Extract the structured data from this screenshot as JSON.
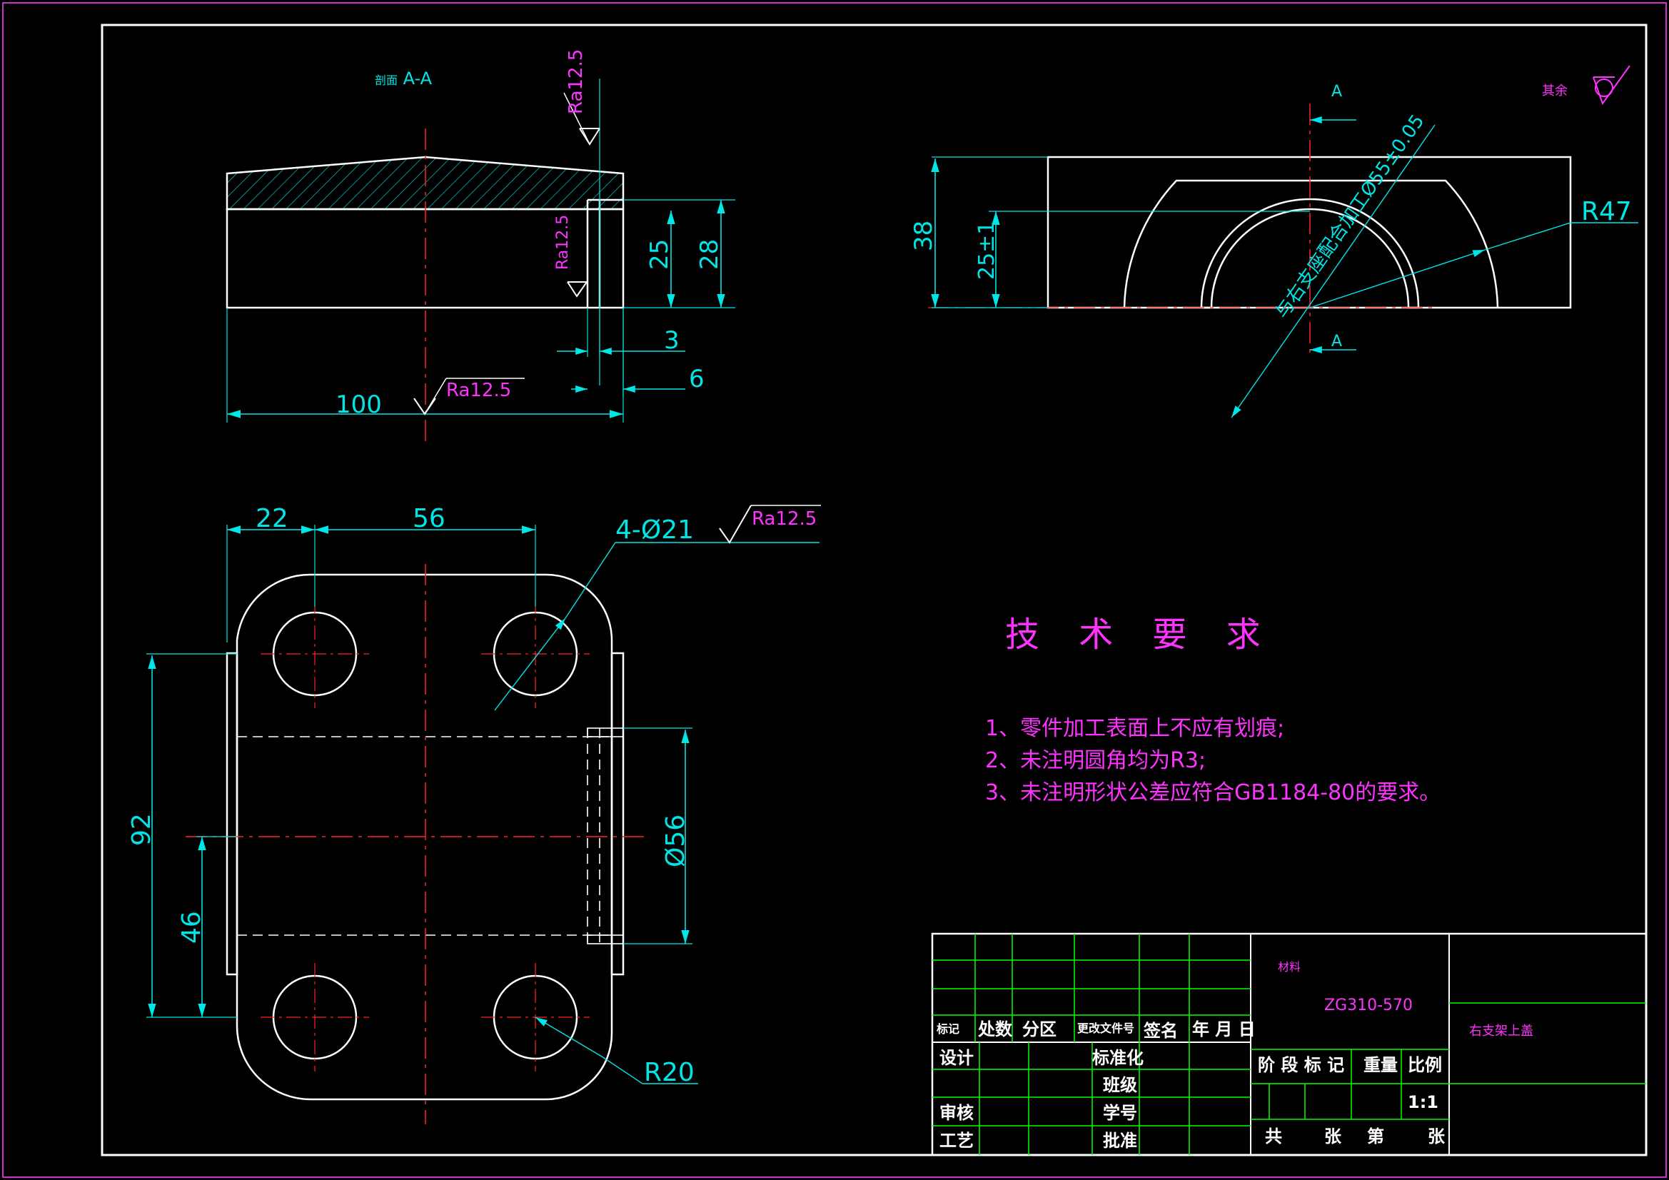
{
  "section": {
    "label": "A-A",
    "label_prefix": "剖面"
  },
  "dims": {
    "d100": "100",
    "d25": "25",
    "d28": "28",
    "d3": "3",
    "d6": "6",
    "d38": "38",
    "d25tol": "25±1",
    "r47": "R47",
    "d22": "22",
    "d56": "56",
    "holes": "4-Ø21",
    "d92": "92",
    "d46": "46",
    "dia56": "Ø56",
    "r20": "R20",
    "bore_note": "与右支座配合加工Ø55±0.05"
  },
  "roughness": {
    "ra": "Ra12.5",
    "other": "其余"
  },
  "view_marks": {
    "a_top": "A",
    "a_bottom": "A"
  },
  "tech": {
    "title": "技 术 要 求",
    "items": [
      "1、零件加工表面上不应有划痕;",
      "2、未注明圆角均为R3;",
      "3、未注明形状公差应符合GB1184-80的要求。"
    ]
  },
  "titleblock": {
    "mark": "标记",
    "count": "处数",
    "zone": "分区",
    "change_doc": "更改文件号",
    "sign": "签名",
    "date": "年 月 日",
    "design": "设计",
    "standard": "标准化",
    "review": "审核",
    "process": "工艺",
    "class": "班级",
    "student_no": "学号",
    "approve": "批准",
    "stage": "阶 段 标 记",
    "weight": "重量",
    "scale": "比例",
    "scale_val": "1:1",
    "total": "共",
    "sheets1": "张",
    "page": "第",
    "sheets2": "张",
    "material_label": "材料",
    "material": "ZG310-570",
    "part_name": "右支架上盖"
  },
  "colors": {
    "frame": "#ffffff",
    "dimension": "#00e5e5",
    "center": "#ff2222",
    "note": "#ff33ff",
    "grid": "#00ff00",
    "border": "#cc33cc"
  }
}
